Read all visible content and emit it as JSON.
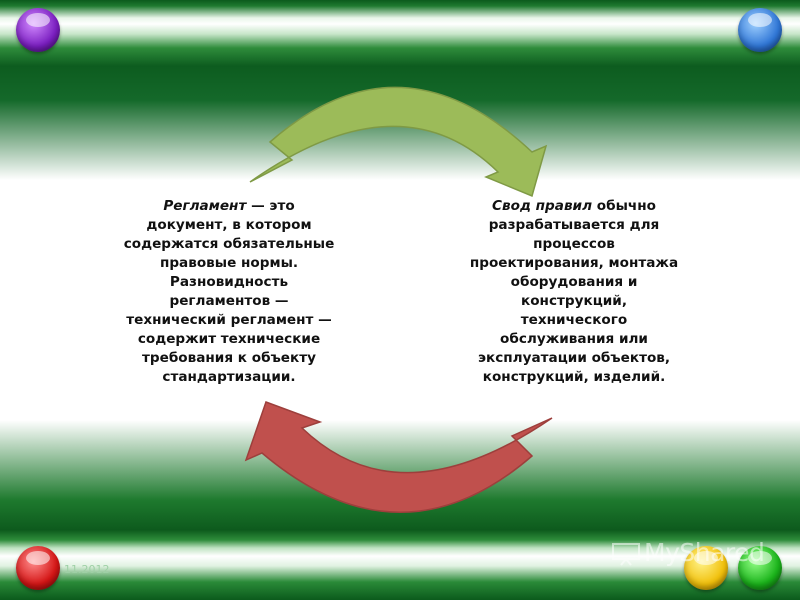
{
  "left_block": {
    "lead": "Регламент",
    "text": " — это документ, в котором содержатся обязательные правовые нормы. Разновидность регламентов — технический регламент — содержит технические требования к объекту стандартизации."
  },
  "right_block": {
    "lead": "Свод правил",
    "text": " обычно разрабатывается для процессов проектирования, монтажа оборудования и конструкций, технического обслуживания или эксплуатации объектов, конструкций, изделий."
  },
  "footer": {
    "date": "11.2012"
  },
  "watermark": {
    "text": "MyShared"
  },
  "colors": {
    "arrow_top": "#9cbb59",
    "arrow_bottom": "#c0504d",
    "band_green": "#0d5c1f"
  }
}
